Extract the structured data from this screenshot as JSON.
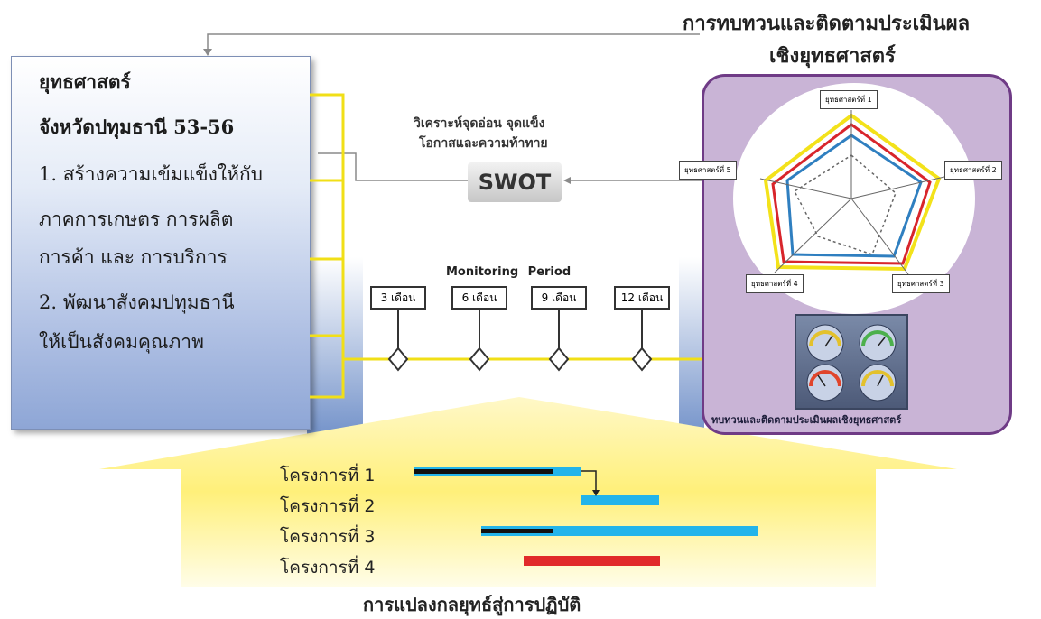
{
  "title": {
    "line1": "การทบทวนและติดตามประเมินผล",
    "line2": "เชิงยุทธศาสตร์"
  },
  "strategy": {
    "title": "ยุทธศาสตร์",
    "subtitle": "จังหวัดปทุมธานี 53-56",
    "lines": [
      "1. สร้างความเข้มแข็งให้กับ",
      "ภาคการเกษตร การผลิต",
      "การค้า และ การบริการ",
      "2. พัฒนาสังคมปทุมธานี",
      "ให้เป็นสังคมคุณภาพ"
    ]
  },
  "swot": {
    "label": "SWOT",
    "caption_line1": "วิเคราะห์จุดอ่อน จุดแข็ง",
    "caption_line2": "โอกาสและความท้าทาย"
  },
  "monitoring": {
    "label": "Monitoring Period",
    "periods": [
      "3 เดือน",
      "6 เดือน",
      "9 เดือน",
      "12 เดือน"
    ]
  },
  "radar": {
    "labels": [
      "ยุทธศาสตร์ที่ 1",
      "ยุทธศาสตร์ที่ 2",
      "ยุทธศาสตร์ที่ 3",
      "ยุทธศาสตร์ที่ 4",
      "ยุทธศาสตร์ที่ 5"
    ],
    "colors": {
      "yellow": "#f3e21a",
      "red": "#d8252b",
      "blue": "#2f7fc0",
      "grey": "#666666"
    }
  },
  "dashboard_caption": "ทบทวนและติดตามประเมินผลเชิงยุทธศาสตร์",
  "projects": {
    "labels": [
      "โครงการที่ 1",
      "โครงการที่ 2",
      "โครงการที่ 3",
      "โครงการที่ 4"
    ]
  },
  "footer": "การแปลงกลยุทธ์สู่การปฏิบัติ",
  "colors": {
    "bracket": "#f1df17",
    "timeline": "#f1df17",
    "bar_blue": "#23b4ea",
    "bar_black": "#111111",
    "bar_red": "#e12a2a",
    "panel_purple": "#c9b4d6",
    "panel_border": "#6f3b86"
  }
}
